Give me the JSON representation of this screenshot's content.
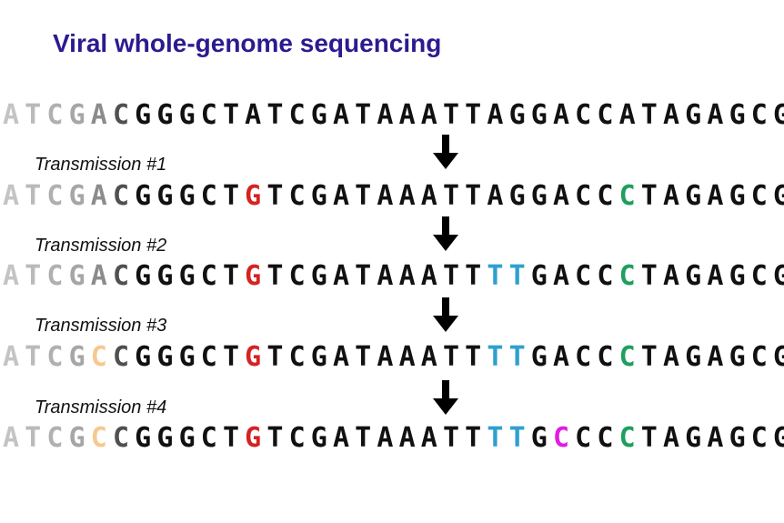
{
  "title": "Viral whole-genome sequencing",
  "sequences": [
    "ATCGACGGGCTATCGATAAATTAGGACCATAGAGCG",
    "ATCGACGGGCTGTCGATAAATTAGGACCCTAGAGCG",
    "ATCGACGGGCTGTCGATAAATTTTGACCCTAGAGCG",
    "ATCGCCGGGCTGTCGATAAATTTTGACCCTAGAGCG",
    "ATCGCCGGGCTGTCGATAAATTTTGCCCCTAGAGCG"
  ],
  "transmissions": [
    {
      "label": "Transmission #1"
    },
    {
      "label": "Transmission #2"
    },
    {
      "label": "Transmission #3"
    },
    {
      "label": "Transmission #4"
    }
  ],
  "colors": {
    "title": "#2b1b8f",
    "fade": [
      "#c4c4c4",
      "#bababa",
      "#b0b0b0",
      "#a6a6a6",
      "#8c8c8c",
      "#505050"
    ],
    "base": "#111111",
    "mutation_transmission_1_a": "#d42323",
    "mutation_transmission_1_b": "#1f9e5e",
    "mutation_transmission_2": "#2fa0cf",
    "mutation_transmission_3": "#f6c88f",
    "mutation_transmission_4": "#e01ce0"
  },
  "mutations": [
    {
      "introduced_in": 1,
      "position": 12,
      "base": "G",
      "color_key": "mutation_transmission_1_a"
    },
    {
      "introduced_in": 1,
      "position": 29,
      "base": "C",
      "color_key": "mutation_transmission_1_b"
    },
    {
      "introduced_in": 2,
      "position": 23,
      "base": "T",
      "color_key": "mutation_transmission_2"
    },
    {
      "introduced_in": 2,
      "position": 24,
      "base": "T",
      "color_key": "mutation_transmission_2"
    },
    {
      "introduced_in": 3,
      "position": 5,
      "base": "C",
      "color_key": "mutation_transmission_3"
    },
    {
      "introduced_in": 4,
      "position": 26,
      "base": "C",
      "color_key": "mutation_transmission_4"
    }
  ],
  "arrow_icon": "down-arrow-icon"
}
